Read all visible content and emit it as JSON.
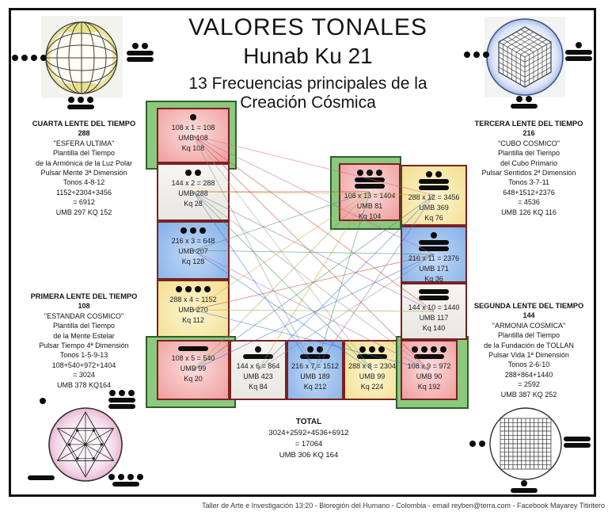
{
  "title": {
    "line1": "VALORES TONALES",
    "line2": "Hunab Ku 21",
    "line3": "13 Frecuencias principales de la",
    "line4": "Creación Cósmica"
  },
  "lenses": {
    "cuarta": {
      "title": "CUARTA LENTE DEL TIEMPO",
      "number": "288",
      "lines": [
        "\"ESFERA ULTIMA\"",
        "Plantilla del Tiempo",
        "de la Armónica de la Luz Polar",
        "Pulsar Mente 3ª Dimensión",
        "Tonos 4-8-12",
        "1152+2304+3456",
        "= 6912",
        "UMB 297 KQ 152"
      ]
    },
    "tercera": {
      "title": "TERCERA LENTE DEL TIEMPO",
      "number": "216",
      "lines": [
        "\"CUBO COSMICO\"",
        "Plantilla del Tiempo",
        "del Cubo Primario",
        "Pulsar Sentidos 2ª Dimensión",
        "Tonos 3-7-11",
        "648+1512+2376",
        "= 4536",
        "UMB 126 KQ 116"
      ]
    },
    "primera": {
      "title": "PRIMERA LENTE DEL TIEMPO",
      "number": "108",
      "lines": [
        "\"ESTANDAR COSMICO\"",
        "Plantilla del Tiempo",
        "de la Mente Estelar",
        "Pulsar Tiempo 4ª Dimensión",
        "Tonos 1-5-9-13",
        "108+540+972+1404",
        "= 3024",
        "UMB 378 KQ164"
      ]
    },
    "segunda": {
      "title": "SEGUNDA LENTE DEL TIEMPO",
      "number": "144",
      "lines": [
        "\"ARMONIA COSMICA\"",
        "Plantilla del Tiempo",
        "de la Fundación de TOLLAN",
        "Pulsar Vida 1ª Dimensión",
        "Tonos 2-6-10",
        "288+864+1440",
        "= 2592",
        "UMB 387 KQ 252"
      ]
    }
  },
  "boxes": [
    {
      "tone": 1,
      "color": "red",
      "formula": "108 x 1 = 108",
      "umb": "UMB 108",
      "kq": "Kq 108"
    },
    {
      "tone": 2,
      "color": "white",
      "formula": "144 x 2 = 288",
      "umb": "UMB 288",
      "kq": "Kq 28"
    },
    {
      "tone": 3,
      "color": "blue",
      "formula": "216 x 3 = 648",
      "umb": "UMB 207",
      "kq": "Kq 128"
    },
    {
      "tone": 4,
      "color": "yellow",
      "formula": "288 x 4 = 1152",
      "umb": "UMB 270",
      "kq": "Kq 112"
    },
    {
      "tone": 5,
      "color": "red",
      "formula": "108 x 5 = 540",
      "umb": "UMB 99",
      "kq": "Kq 20"
    },
    {
      "tone": 6,
      "color": "white",
      "formula": "144 x 6 = 864",
      "umb": "UMB 423",
      "kq": "Kq 84"
    },
    {
      "tone": 7,
      "color": "blue",
      "formula": "216 x 7 = 1512",
      "umb": "UMB 189",
      "kq": "Kq 212"
    },
    {
      "tone": 8,
      "color": "yellow",
      "formula": "288 x 8 = 2304",
      "umb": "UMB 99",
      "kq": "Kq 224"
    },
    {
      "tone": 9,
      "color": "red",
      "formula": "108 x 9 = 972",
      "umb": "UMB 90",
      "kq": "Kq 192"
    },
    {
      "tone": 10,
      "color": "white",
      "formula": "144 x 10 = 1440",
      "umb": "UMB 117",
      "kq": "Kq 140"
    },
    {
      "tone": 11,
      "color": "blue",
      "formula": "216 x 11 = 2376",
      "umb": "UMB 171",
      "kq": "Kq 36"
    },
    {
      "tone": 12,
      "color": "yellow",
      "formula": "288 x 12 = 3456",
      "umb": "UMB 369",
      "kq": "Kq 76"
    },
    {
      "tone": 13,
      "color": "red",
      "formula": "108 x 13 = 1404",
      "umb": "UMB 81",
      "kq": "Kq 104"
    }
  ],
  "corners": {
    "top_left": {
      "icon": "sphere-globe",
      "tones": [
        4,
        12,
        8
      ]
    },
    "top_right": {
      "icon": "cosmic-cube",
      "tones": [
        3,
        11,
        7
      ]
    },
    "bottom_left": {
      "icon": "merkaba-star",
      "tones": [
        1,
        13,
        5,
        9
      ]
    },
    "bottom_right": {
      "icon": "tollan-grid",
      "tones": [
        2,
        10,
        6
      ]
    }
  },
  "total": {
    "title": "TOTAL",
    "sum": "3024+2592+4536+6912",
    "result": "= 17064",
    "umb": "UMB 306 KQ 164"
  },
  "footer": {
    "credit": "Taller de Arte e Investigación 13:20 - Bioregión del Humano - Colombia - email reyben@terra.com - Facebook Mayarey Titiritero"
  },
  "colors": {
    "tone_red": "#f0a2a2",
    "tone_white": "#f1f0ec",
    "tone_blue": "#84b1e9",
    "tone_yellow": "#f2e093",
    "frame_green": "#8cc87e"
  }
}
